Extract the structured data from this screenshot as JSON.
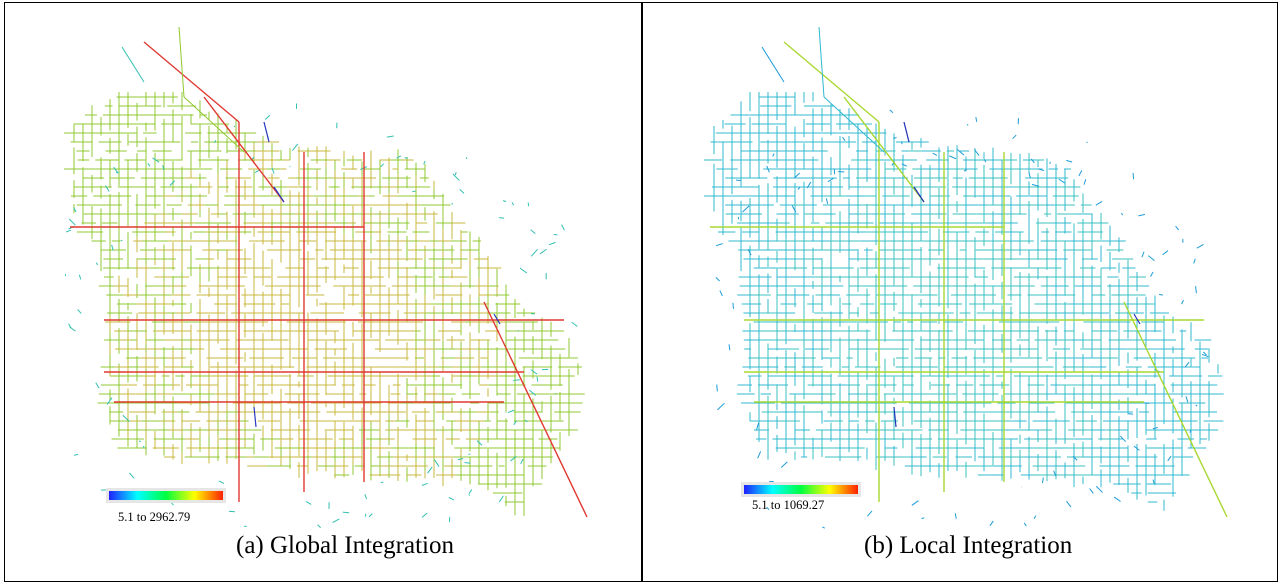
{
  "panels": [
    {
      "id": "global",
      "caption": "(a) Global Integration",
      "legend": {
        "text": "5.1 to 2962.79",
        "min": 5.1,
        "max": 2962.79
      },
      "palette": {
        "grid": "#c8b83c",
        "fringe": "#8fc830",
        "arterial": "#e03830",
        "edge": "#30c0b0",
        "low": "#2838c0"
      }
    },
    {
      "id": "local",
      "caption": "(b) Local Integration",
      "legend": {
        "text": "5.1 to 1069.27",
        "min": 5.1,
        "max": 1069.27
      },
      "palette": {
        "grid": "#38c0c0",
        "fringe": "#30b8d0",
        "arterial": "#a8d830",
        "edge": "#1c9cd8",
        "low": "#2030b8"
      }
    }
  ],
  "legend_gradient": [
    "#2020ff",
    "#00ffff",
    "#00ff40",
    "#ffff00",
    "#ff2000"
  ]
}
